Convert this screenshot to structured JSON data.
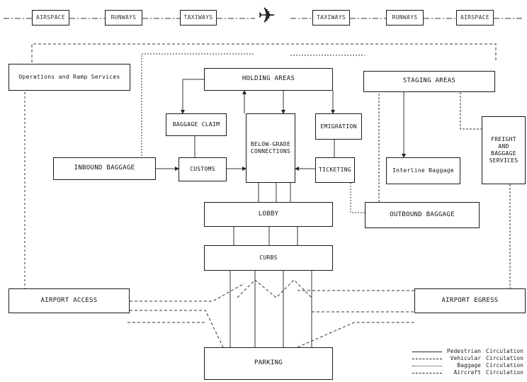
{
  "top_row": {
    "left": [
      "AIRSPACE",
      "RUNWAYS",
      "TAXIWAYS"
    ],
    "right": [
      "TAXIWAYS",
      "RUNWAYS",
      "AIRSPACE"
    ],
    "plane_icon": "airplane-icon"
  },
  "boxes": {
    "ops": "Operations and Ramp Services",
    "holding": "HOLDING AREAS",
    "staging": "STAGING AREAS",
    "baggage_claim": "BAGGAGE CLAIM",
    "below_grade": "BELOW-GRADE\nCONNECTIONS",
    "emigration": "EMIGRATION",
    "freight": "FREIGHT\nAND\nBAGGAGE\nSERVICES",
    "inbound": "INBOUND BAGGAGE",
    "customs": "CUSTOMS",
    "ticketing": "TICKETING",
    "interline": "Interline Baggage",
    "lobby": "LOBBY",
    "outbound": "OUTBOUND BAGGAGE",
    "curbs": "CURBS",
    "access": "AIRPORT ACCESS",
    "egress": "AIRPORT EGRESS",
    "parking": "PARKING"
  },
  "legend": [
    {
      "name": "Pedestrian",
      "kind": "Circulation",
      "style": "solid"
    },
    {
      "name": "Vehicular",
      "kind": "Circulation",
      "style": "dashed"
    },
    {
      "name": "Baggage",
      "kind": "Circulation",
      "style": "dotted"
    },
    {
      "name": "Aircraft",
      "kind": "Circulation",
      "style": "dash-dot"
    }
  ]
}
